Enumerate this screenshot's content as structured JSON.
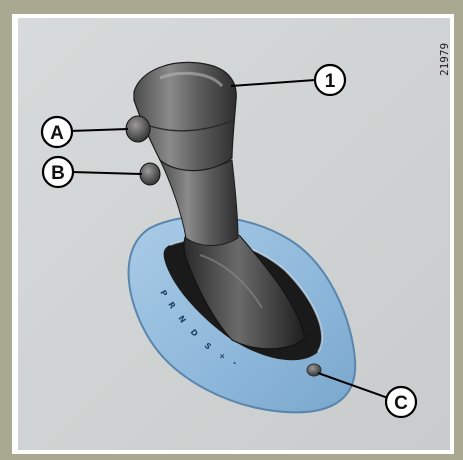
{
  "figure": {
    "reference_number": "21979",
    "gear_markings": [
      "P",
      "R",
      "N",
      "D",
      "S",
      "+",
      "-"
    ],
    "callouts": {
      "one": "1",
      "a": "A",
      "b": "B",
      "c": "C"
    }
  }
}
